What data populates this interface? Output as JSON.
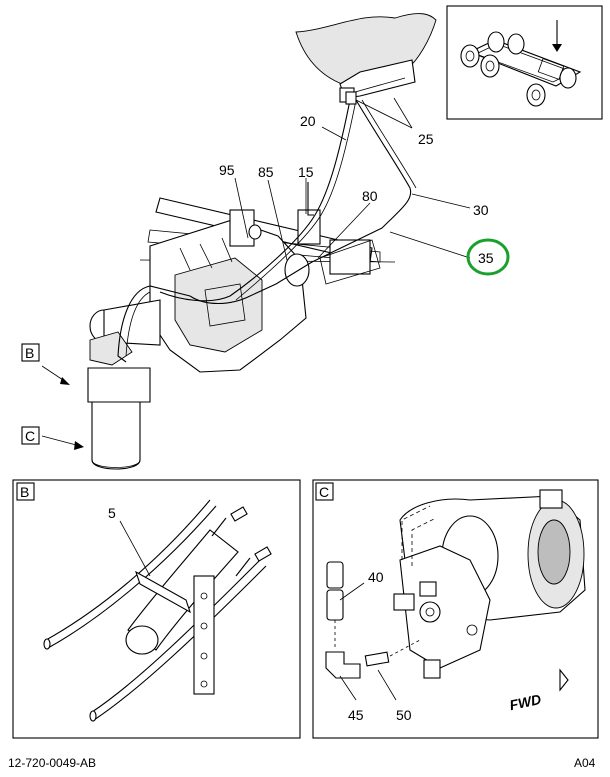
{
  "callouts_main": {
    "c95": "95",
    "c85": "85",
    "c15": "15",
    "c20": "20",
    "c25": "25",
    "c80": "80",
    "c30": "30",
    "c35": "35"
  },
  "views": {
    "b_label": "B",
    "c_label": "C"
  },
  "detail_b": {
    "c5": "5"
  },
  "detail_c": {
    "c40": "40",
    "c45": "45",
    "c50": "50",
    "fwd": "FWD"
  },
  "footer": {
    "part_number": "12-720-0049-AB",
    "revision": "A04"
  },
  "highlight_color": "#1aa12c"
}
